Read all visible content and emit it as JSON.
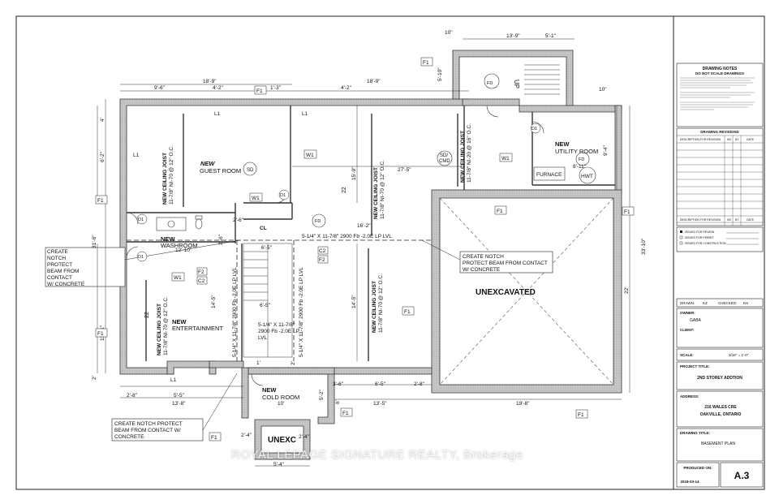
{
  "title_block": {
    "notes_heading": "DRAWING NOTES",
    "do_not_scale": "DO NOT SCALE DRAWINGS",
    "revisions_heading": "DRAWING REVISIONS",
    "rev_cols": [
      "DESCRIPTION FOR REVISION",
      "NO",
      "BY",
      "DATE"
    ],
    "issued": [
      "ISSUED FOR REVIEW",
      "ISSUED FOR PERMIT",
      "ISSUED FOR CONSTRUCTION"
    ],
    "drawn_label": "DRAWN:",
    "drawn": "KZ",
    "checked_label": "CHECKED:",
    "checked": "KH",
    "owner_label": "OWNER:",
    "owner": "GABA",
    "client_label": "CLIENT:",
    "scale_label": "SCALE:",
    "scale": "3/16\" = 1'-0\"",
    "project_label": "PROJECT TITLE:",
    "project": "2ND STOREY ADDTION",
    "address_label": "ADDRESS:",
    "address_1": "216 WALES CRE",
    "address_2": "OAKVILLE, ONTARIO",
    "drawing_title_label": "DRAWING TITLE:",
    "drawing_title": "BASEMENT PLAN",
    "produced_label": "PRODUCED ON:",
    "produced": "2018-03-14",
    "sheet": "A.3"
  },
  "rooms": {
    "guest": [
      "NEW",
      "GUEST ROOM"
    ],
    "washroom": [
      "NEW",
      "WASHROOM"
    ],
    "entertainment": [
      "NEW",
      "ENTERTAINMENT"
    ],
    "utility": [
      "NEW",
      "UTILITY ROOM"
    ],
    "cold": [
      "NEW",
      "COLD ROOM"
    ],
    "unexcavated": "UNEXCAVATED",
    "unexc": "UNEXC",
    "furnace": "FURNACE",
    "hwt": "HWT",
    "cl": "CL",
    "up": "UP",
    "sd": "SD",
    "sd_cmd": [
      "SD/",
      "CMD"
    ]
  },
  "joists": {
    "a": [
      "NEW CEILING JOIST",
      "11-7/8\" NI-70 @ 12\" O.C."
    ],
    "b": [
      "NEW CEILING JOIST",
      "11-7/8\" NI-70 @ 12\" O.C."
    ],
    "c": [
      "NEW CEILING JOIST",
      "11-7/8\" NI-20 @ 16\" O.C."
    ],
    "d": [
      "NEW CEILING JOIST",
      "11-7/8\" NI-70 @ 12\" O.C."
    ],
    "e": [
      "NEW CEILING JOIST",
      "11-7/8\" NI-70 @ 12\" O.C."
    ]
  },
  "beams": {
    "main": "5-1/4\" X 11-7/8\" 2900 Fb -2.0E LP LVL",
    "v1": "5-1/4\" X 11-7/8\" 2900 Fb -2.0E LP LVL",
    "v2": "5-1/4\" X 11-7/8\" 2900 Fb -2.0E LP LVL",
    "stair": [
      "5-1/4\" X 11-7/8\"",
      "2900 Fb -2.0E LP",
      "LVL"
    ]
  },
  "notes": {
    "notch_left": [
      "CREATE",
      "NOTCH",
      "PROTECT",
      "BEAM FROM",
      "CONTACT",
      "W/ CONCRETE"
    ],
    "notch_mid": [
      "CREATE NOTCH",
      "PROTECT BEAM FROM CONTACT",
      "W/ CONCRETE"
    ],
    "notch_bottom": [
      "CREATE NOTCH PROTECT",
      "BEAM FROM CONTACT W/",
      "CONCRETE"
    ]
  },
  "dims": {
    "d1": "13'-9\"",
    "d2": "5'-1\"",
    "d3": "10\"",
    "d4": "5'-10\"",
    "d5": "10\"",
    "d6": "18'-9\"",
    "d7": "9'-6\"",
    "d8": "4'-2\"",
    "d9": "1'-3\"",
    "d10": "18'-9\"",
    "d11": "4'-2\"",
    "d12": "4'",
    "d13": "6'-2\"",
    "d14": "31'-6\"",
    "d15": "11'-11\"",
    "d16": "2'",
    "d17": "15'-9\"",
    "d18": "27'-5\"",
    "d19": "16'-2\"",
    "d20": "14'-5\"",
    "d21": "14'-5\"",
    "d22": "9'-4\"",
    "d23": "8'-11\"",
    "d24": "33'-10\"",
    "d25": "22'",
    "d26": "2'-8\"",
    "d27": "5'-5\"",
    "d28": "13'-8\"",
    "d29": "12'-10\"",
    "d30": "2'-6\"",
    "d31": "6'-5\"",
    "d32": "3'-6\"",
    "d33": "6'-5\"",
    "d34": "2'-8\"",
    "d35": "10'",
    "d36": "5'-2\"",
    "d37": "6'",
    "d38": "13'-5\"",
    "d39": "19'-8\"",
    "d40": "2'-4\"",
    "d41": "2'-4\"",
    "d42": "5'-4\"",
    "d43": "2'-6\"",
    "d44": "6'-5\"",
    "d45": "1'",
    "d46": "2'",
    "d47": "22"
  },
  "tags": {
    "f1": "F1",
    "f2": "F2",
    "w1": "W1",
    "d1": "D1",
    "c2": "C2",
    "l1": "L1",
    "fd": "FD",
    "n22": "22"
  },
  "watermark": "ROYAL LEPAGE SIGNATURE REALTY, Brokerage"
}
